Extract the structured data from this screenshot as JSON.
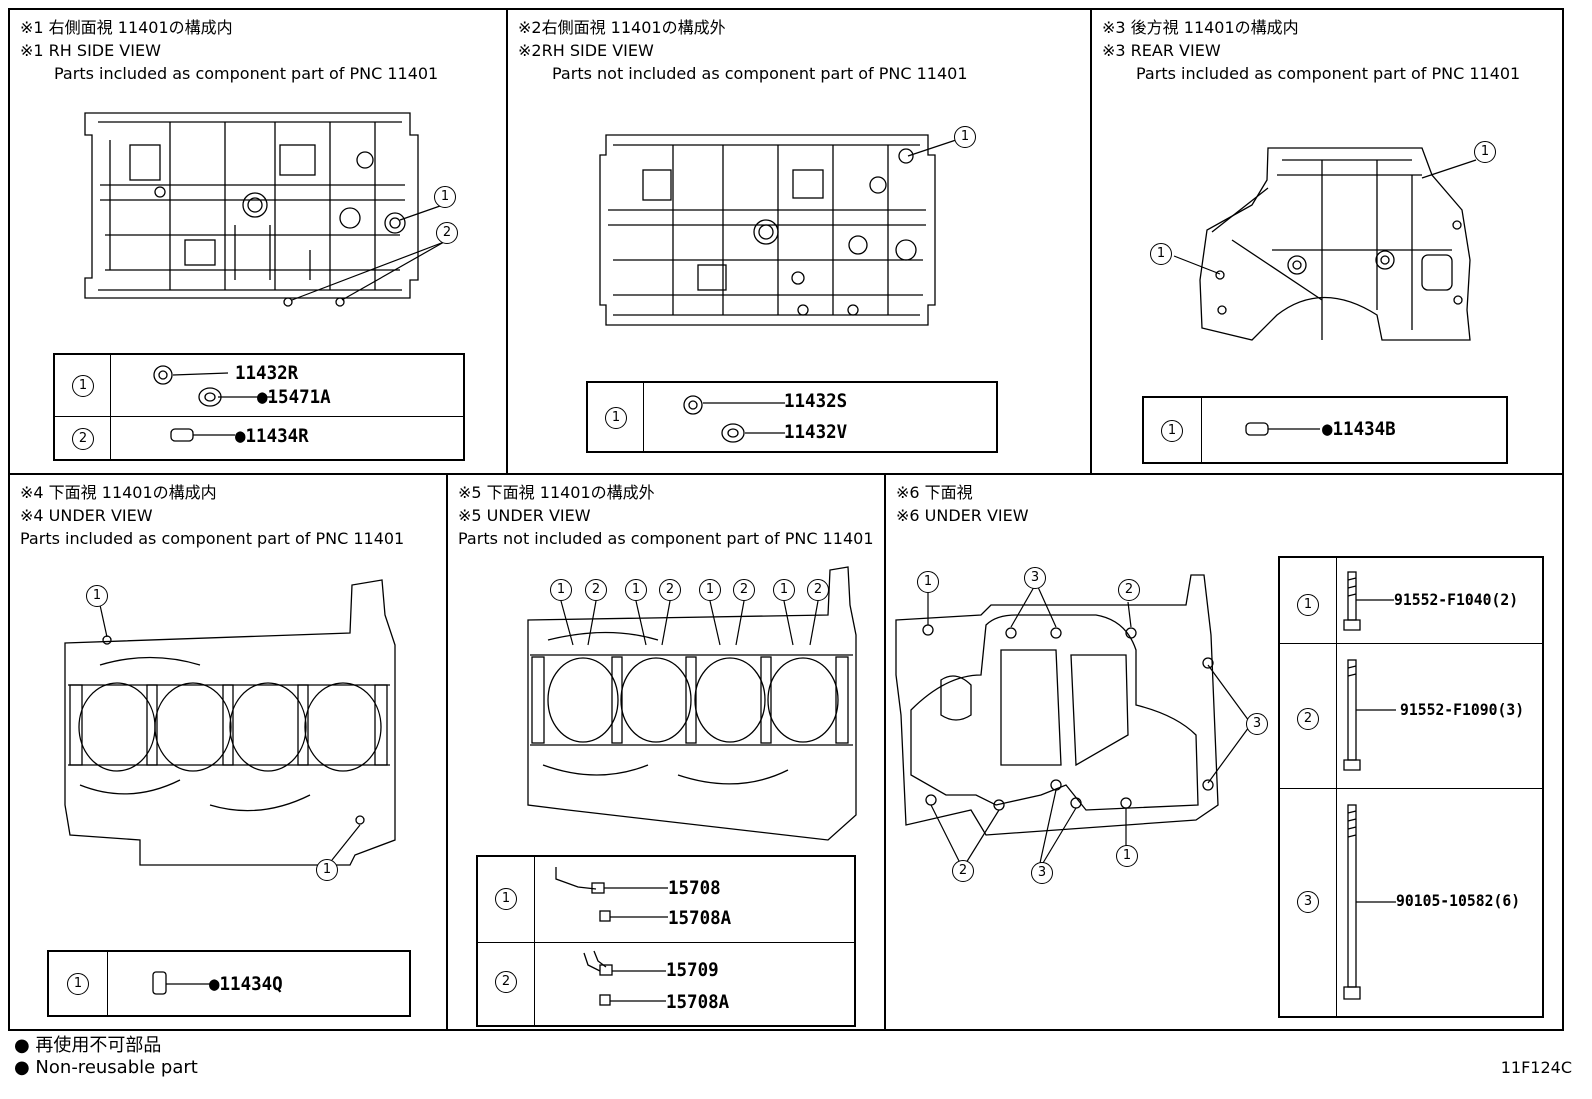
{
  "panels": {
    "p1": {
      "jp": "※1 右側面視 11401の構成内",
      "en": "※1 RH SIDE VIEW",
      "desc": "Parts included as component part of PNC 11401",
      "rows": [
        {
          "num": "1",
          "parts": [
            "11432R",
            "●15471A"
          ]
        },
        {
          "num": "2",
          "parts": [
            "●11434R"
          ]
        }
      ]
    },
    "p2": {
      "jp": "※2右側面視 11401の構成外",
      "en": "※2RH SIDE VIEW",
      "desc": "Parts not included as component part of PNC 11401",
      "rows": [
        {
          "num": "1",
          "parts": [
            "11432S",
            "11432V"
          ]
        }
      ]
    },
    "p3": {
      "jp": "※3 後方視 11401の構成内",
      "en": "※3 REAR VIEW",
      "desc": "Parts included as component part of PNC 11401",
      "rows": [
        {
          "num": "1",
          "parts": [
            "●11434B"
          ]
        }
      ]
    },
    "p4": {
      "jp": "※4 下面視 11401の構成内",
      "en": "※4 UNDER VIEW",
      "desc": "Parts included as component part of PNC 11401",
      "rows": [
        {
          "num": "1",
          "parts": [
            "●11434Q"
          ]
        }
      ]
    },
    "p5": {
      "jp": "※5 下面視 11401の構成外",
      "en": "※5 UNDER VIEW",
      "desc": "Parts not included as component part of PNC 11401",
      "rows": [
        {
          "num": "1",
          "parts": [
            "15708",
            "15708A"
          ]
        },
        {
          "num": "2",
          "parts": [
            "15709",
            "15708A"
          ]
        }
      ]
    },
    "p6": {
      "jp": "※6 下面視",
      "en": "※6 UNDER VIEW",
      "rows": [
        {
          "num": "1",
          "parts": [
            "91552-F1040(2)"
          ]
        },
        {
          "num": "2",
          "parts": [
            "91552-F1090(3)"
          ]
        },
        {
          "num": "3",
          "parts": [
            "90105-10582(6)"
          ]
        }
      ]
    }
  },
  "callouts": {
    "c1": "1",
    "c2": "2",
    "c3": "3"
  },
  "footer": {
    "jp": "● 再使用不可部品",
    "en": "● Non-reusable part",
    "code": "11F124C"
  }
}
